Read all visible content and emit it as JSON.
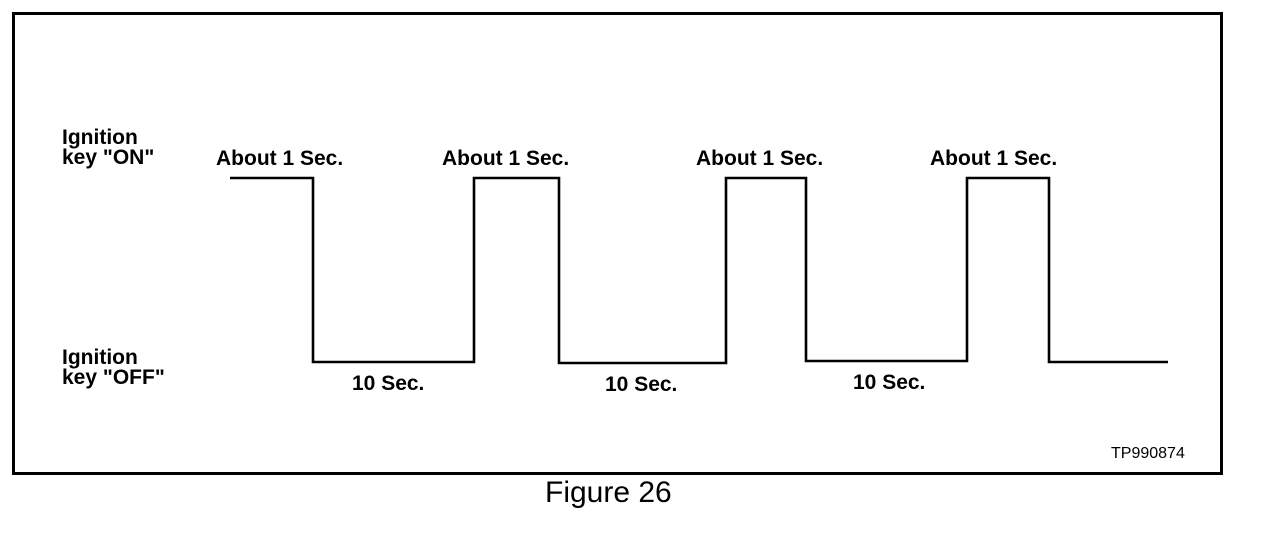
{
  "diagram": {
    "states": {
      "on_line1": "Ignition",
      "on_line2": "key \"ON\"",
      "off_line1": "Ignition",
      "off_line2": "key \"OFF\""
    },
    "on_pulse_labels": [
      "About 1 Sec.",
      "About 1 Sec.",
      "About 1 Sec.",
      "About 1 Sec."
    ],
    "off_interval_labels": [
      "10 Sec.",
      "10 Sec.",
      "10 Sec."
    ],
    "figure_code": "TP990874"
  },
  "caption": "Figure 26"
}
